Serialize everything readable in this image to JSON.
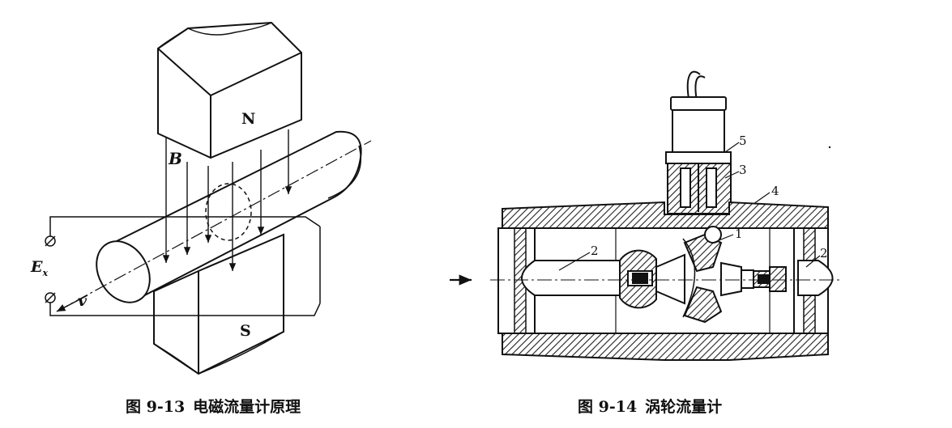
{
  "figures": [
    {
      "caption_number": "图 9-13",
      "caption_title": "电磁流量计原理",
      "labels": {
        "north": "N",
        "south": "S",
        "field": "B",
        "emf": "E",
        "emf_sub": "x",
        "velocity": "v"
      }
    },
    {
      "caption_number": "图 9-14",
      "caption_title": "涡轮流量计",
      "parts": [
        "1",
        "2",
        "2",
        "3",
        "4",
        "5"
      ]
    }
  ]
}
